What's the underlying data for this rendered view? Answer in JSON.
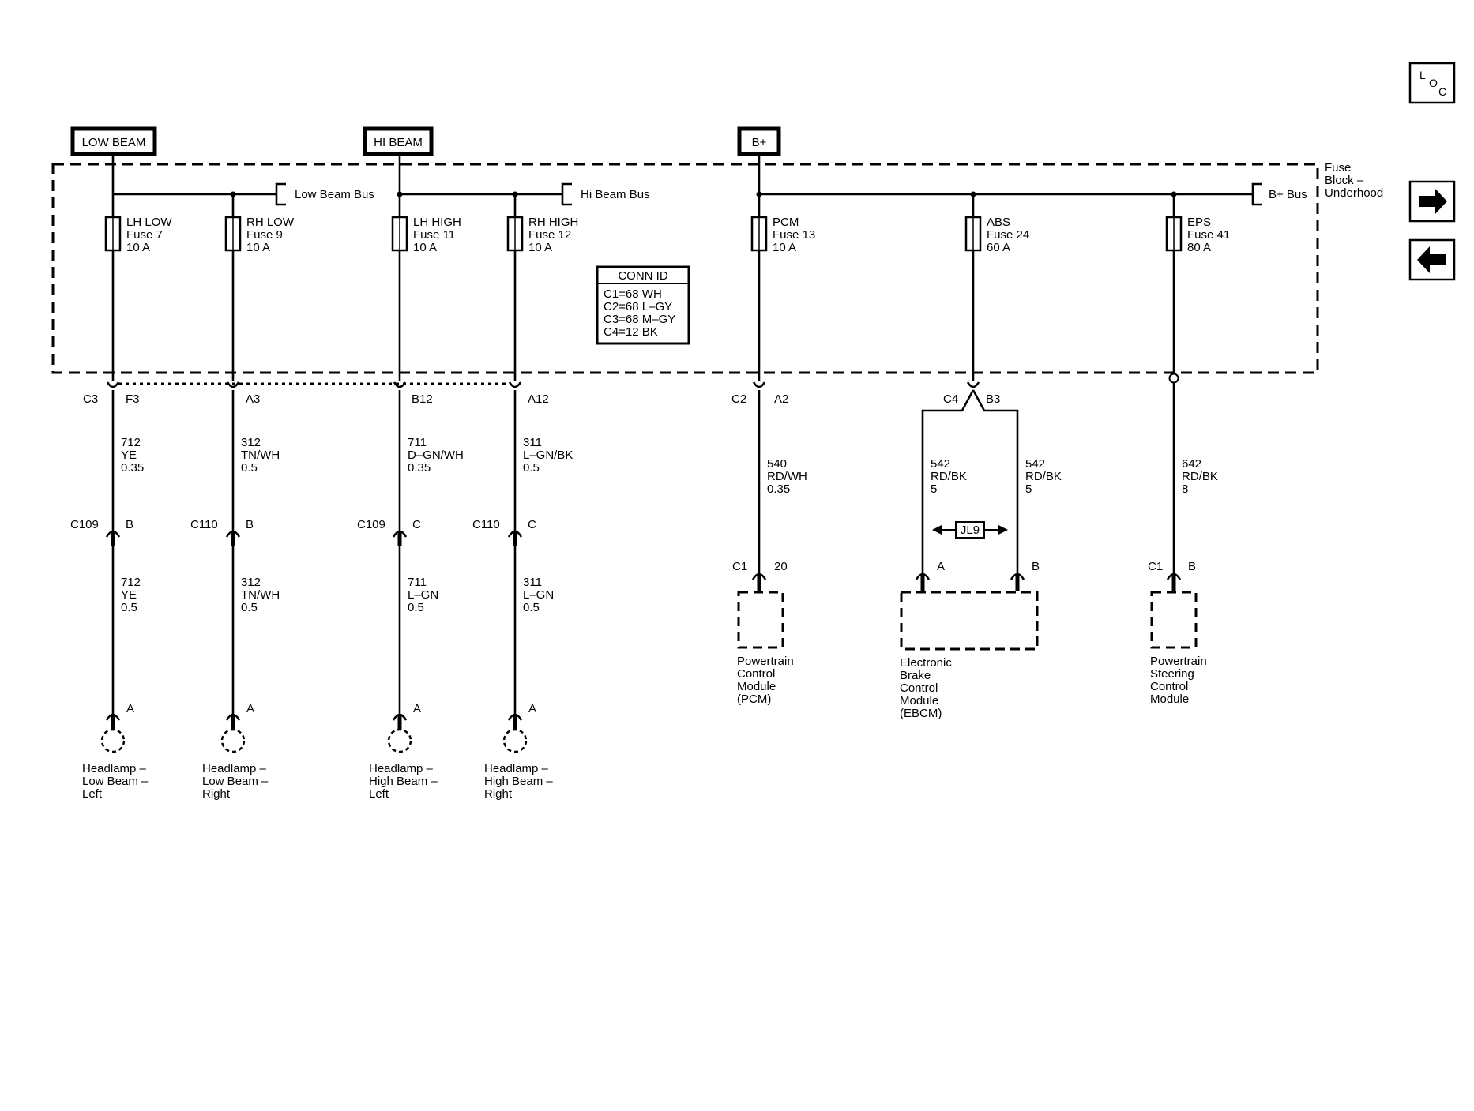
{
  "header_boxes": {
    "low_beam": "LOW BEAM",
    "hi_beam": "HI BEAM",
    "bplus": "B+"
  },
  "fuse_block": {
    "l1": "Fuse",
    "l2": "Block –",
    "l3": "Underhood"
  },
  "buses": {
    "low": "Low Beam Bus",
    "hi": "Hi Beam Bus",
    "bplus": "B+ Bus"
  },
  "fuses": [
    {
      "name": "LH LOW",
      "id": "Fuse 7",
      "rating": "10 A"
    },
    {
      "name": "RH LOW",
      "id": "Fuse 9",
      "rating": "10 A"
    },
    {
      "name": "LH HIGH",
      "id": "Fuse 11",
      "rating": "10 A"
    },
    {
      "name": "RH HIGH",
      "id": "Fuse 12",
      "rating": "10 A"
    },
    {
      "name": "PCM",
      "id": "Fuse 13",
      "rating": "10 A"
    },
    {
      "name": "ABS",
      "id": "Fuse 24",
      "rating": "60 A"
    },
    {
      "name": "EPS",
      "id": "Fuse 41",
      "rating": "80 A"
    }
  ],
  "conn_id": {
    "title": "CONN ID",
    "lines": [
      "C1=68 WH",
      "C2=68 L–GY",
      "C3=68 M–GY",
      "C4=12 BK"
    ]
  },
  "fb_connectors": [
    {
      "conn": "C3",
      "pin": "F3"
    },
    {
      "pin": "A3"
    },
    {
      "pin": "B12"
    },
    {
      "pin": "A12"
    },
    {
      "conn": "C2",
      "pin": "A2"
    },
    {
      "conn": "C4",
      "pin": "B3"
    }
  ],
  "upper_wires": [
    {
      "circuit": "712",
      "color": "YE",
      "size": "0.35"
    },
    {
      "circuit": "312",
      "color": "TN/WH",
      "size": "0.5"
    },
    {
      "circuit": "711",
      "color": "D–GN/WH",
      "size": "0.35"
    },
    {
      "circuit": "311",
      "color": "L–GN/BK",
      "size": "0.5"
    },
    {
      "circuit": "540",
      "color": "RD/WH",
      "size": "0.35"
    },
    {
      "circuit": "542",
      "color": "RD/BK",
      "size": "5"
    },
    {
      "circuit": "542",
      "color": "RD/BK",
      "size": "5"
    },
    {
      "circuit": "642",
      "color": "RD/BK",
      "size": "8"
    }
  ],
  "inline_connectors": [
    {
      "conn": "C109",
      "pin": "B"
    },
    {
      "conn": "C110",
      "pin": "B"
    },
    {
      "conn": "C109",
      "pin": "C"
    },
    {
      "conn": "C110",
      "pin": "C"
    }
  ],
  "lower_wires": [
    {
      "circuit": "712",
      "color": "YE",
      "size": "0.5"
    },
    {
      "circuit": "312",
      "color": "TN/WH",
      "size": "0.5"
    },
    {
      "circuit": "711",
      "color": "L–GN",
      "size": "0.5"
    },
    {
      "circuit": "311",
      "color": "L–GN",
      "size": "0.5"
    }
  ],
  "headlamp_pins": [
    "A",
    "A",
    "A",
    "A"
  ],
  "headlamps": [
    [
      "Headlamp –",
      "Low Beam –",
      "Left"
    ],
    [
      "Headlamp –",
      "Low Beam –",
      "Right"
    ],
    [
      "Headlamp –",
      "High Beam –",
      "Left"
    ],
    [
      "Headlamp –",
      "High Beam –",
      "Right"
    ]
  ],
  "pcm": {
    "conn": "C1",
    "pin": "20",
    "label": [
      "Powertrain",
      "Control",
      "Module",
      "(PCM)"
    ]
  },
  "ebcm": {
    "pin_a": "A",
    "pin_b": "B",
    "label": [
      "Electronic",
      "Brake",
      "Control",
      "Module",
      "(EBCM)"
    ]
  },
  "jl9": "JL9",
  "psm": {
    "conn": "C1",
    "pin": "B",
    "label": [
      "Powertrain",
      "Steering",
      "Control",
      "Module"
    ]
  },
  "side_icons": {
    "loc_l": "L",
    "loc_o": "O",
    "loc_c": "C",
    "next": "next-arrow-icon",
    "prev": "prev-arrow-icon"
  }
}
